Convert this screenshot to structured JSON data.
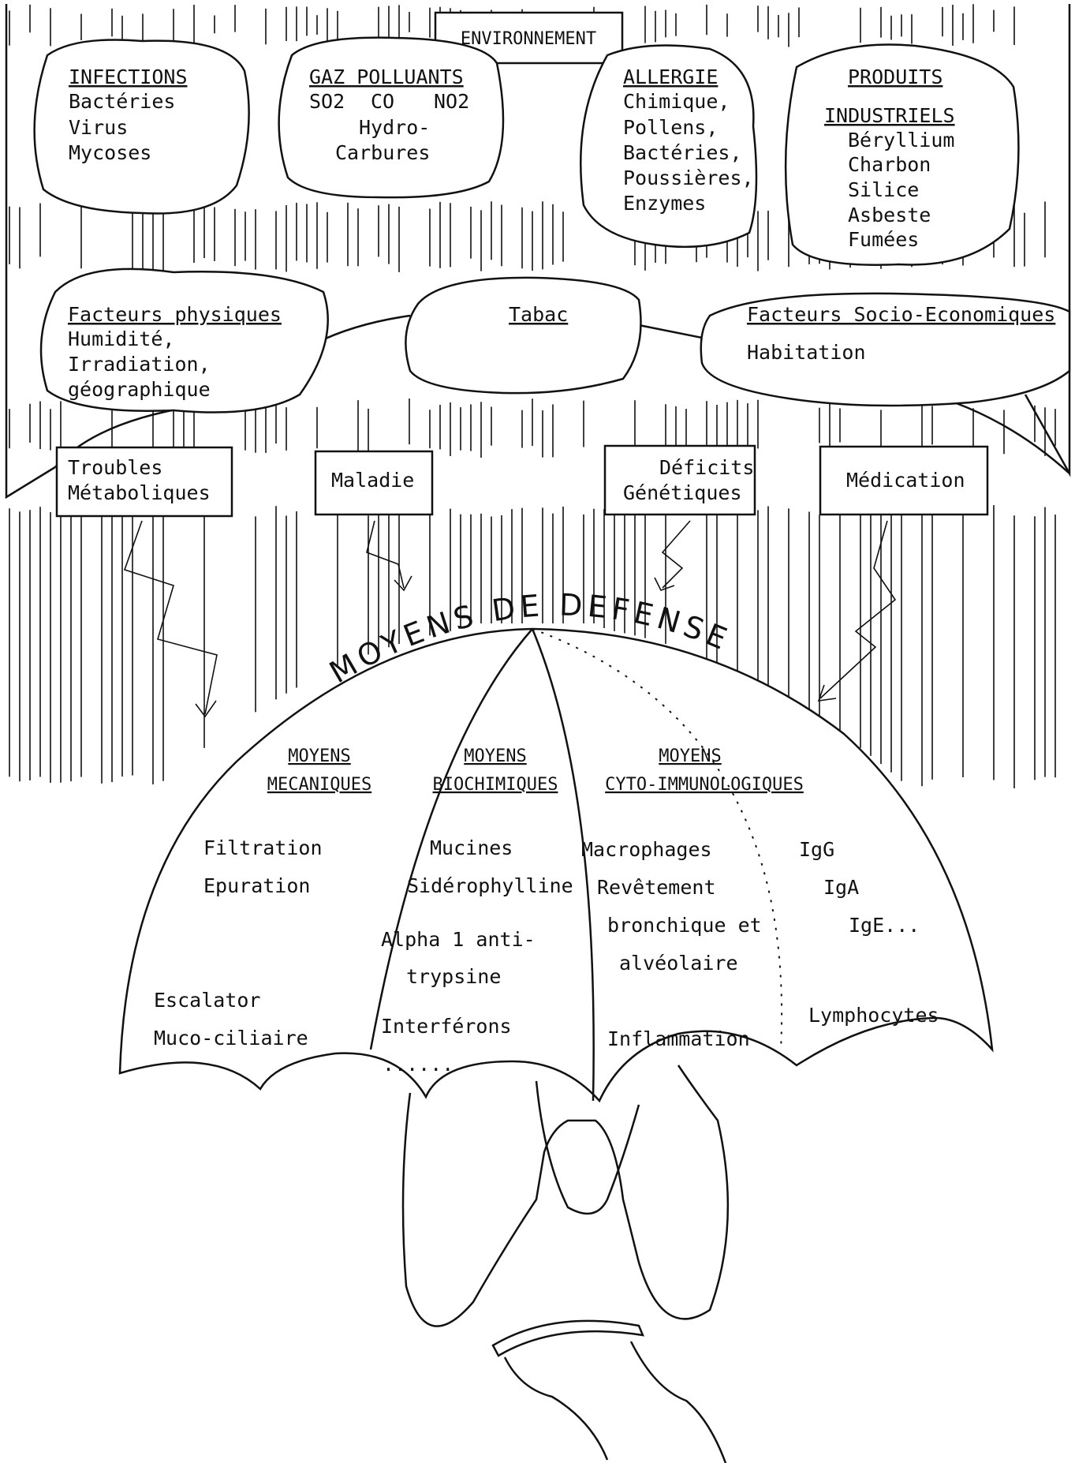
{
  "environment": {
    "label": "ENVIRONNEMENT"
  },
  "clouds": {
    "infections": {
      "title": "INFECTIONS",
      "items": [
        "Bactéries",
        "Virus",
        "Mycoses"
      ]
    },
    "gaz": {
      "title": "GAZ POLLUANTS",
      "items": [
        "SO2",
        "CO",
        "NO2"
      ],
      "extra": [
        "Hydro-",
        "Carbures"
      ]
    },
    "allergie": {
      "title": "ALLERGIE",
      "items": [
        "Chimique,",
        "Pollens,",
        "Bactéries,",
        "Poussières,",
        "Enzymes"
      ]
    },
    "produits": {
      "title1": "PRODUITS",
      "title2": "INDUSTRIELS",
      "items": [
        "Béryllium",
        "Charbon",
        "Silice",
        "Asbeste",
        "Fumées"
      ]
    },
    "physiques": {
      "title": "Facteurs physiques",
      "items": [
        "Humidité,",
        "Irradiation,",
        "géographique"
      ]
    },
    "tabac": {
      "title": "Tabac"
    },
    "socio": {
      "title": "Facteurs Socio-Economiques",
      "items": [
        "Habitation"
      ]
    }
  },
  "boxes": {
    "troubles": [
      "Troubles",
      "Métaboliques"
    ],
    "maladie": [
      "Maladie"
    ],
    "deficits": [
      "Déficits",
      "Génétiques"
    ],
    "medication": [
      "Médication"
    ]
  },
  "arc_title": "MOYENS DE DEFENSE",
  "sections": {
    "mecaniques": {
      "h1": "MOYENS",
      "h2": "MECANIQUES",
      "items": [
        "Filtration",
        "Epuration",
        "Escalator",
        "Muco-ciliaire"
      ]
    },
    "biochimiques": {
      "h1": "MOYENS",
      "h2": "BIOCHIMIQUES",
      "items": [
        "Mucines",
        "Sidérophylline",
        "Alpha 1 anti-",
        "trypsine",
        "Interférons",
        "......"
      ]
    },
    "cyto": {
      "h1": "MOYENS",
      "h2": "CYTO-IMMUNOLOGIQUES",
      "items": [
        "Macrophages",
        "Revêtement",
        "bronchique et",
        "alvéolaire",
        "Inflammation"
      ],
      "immuno": [
        "IgG",
        "IgA",
        "IgE...",
        "Lymphocytes"
      ]
    }
  }
}
